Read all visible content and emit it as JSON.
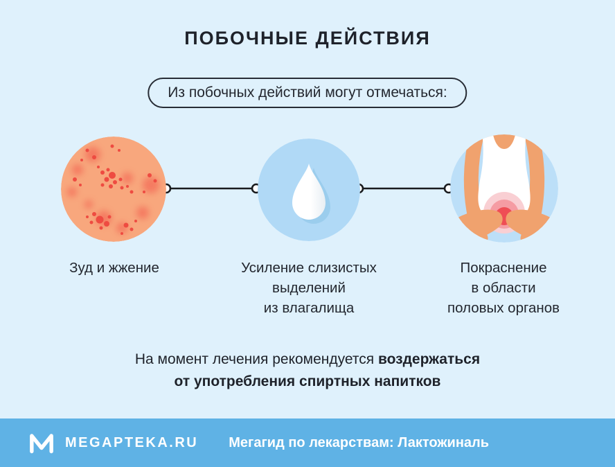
{
  "title": "ПОБОЧНЫЕ ДЕЙСТВИЯ",
  "intro_pill": "Из побочных действий могут отмечаться:",
  "side_effects": [
    {
      "name": "itching-burning",
      "label": "Зуд и жжение"
    },
    {
      "name": "mucous-discharge",
      "label": "Усиление слизистых\nвыделений\nиз влагалища"
    },
    {
      "name": "genital-redness",
      "label": "Покраснение\nв области\nполовых органов"
    }
  ],
  "note": {
    "regular": "На момент лечения рекомендуется",
    "bold_line1": "воздержаться",
    "bold_line2": "от употребления спиртных напитков"
  },
  "footer": {
    "brand": "MEGAPTEKA.RU",
    "caption": "Мегагид по лекарствам: Лактожиналь"
  },
  "colors": {
    "background": "#DFF1FC",
    "text": "#23272F",
    "footer_background": "#5FB2E5",
    "rash_base": "#F8A77D",
    "rash_spot": "#EE4B41",
    "drop_circle": "#B0D9F6",
    "skin": "#F0A26E",
    "redness_glow": "#EF4E55"
  }
}
